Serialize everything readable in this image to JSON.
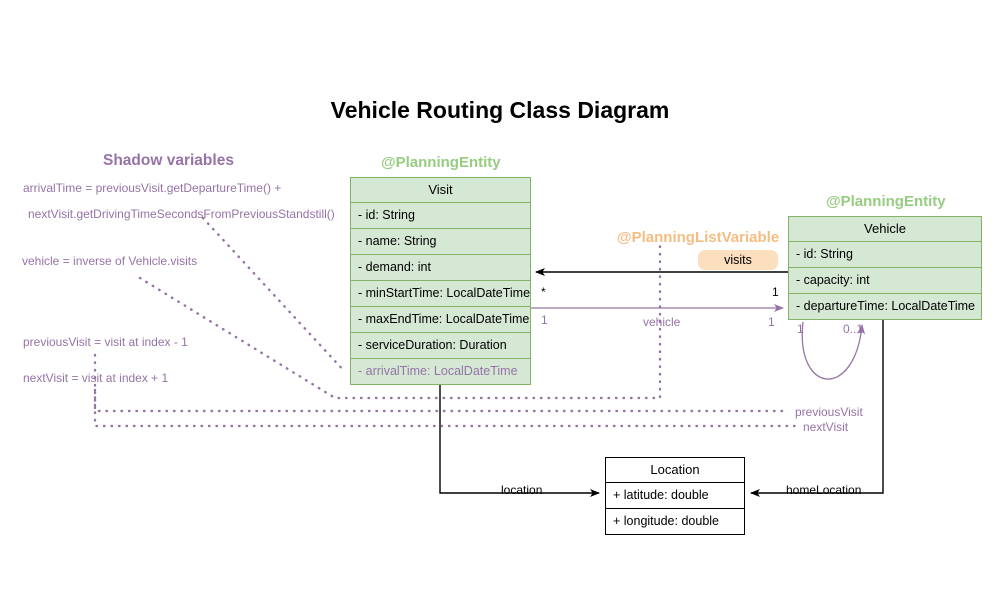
{
  "page": {
    "title": "Vehicle Routing Class Diagram",
    "background": "#ffffff",
    "accent_green": "#82b366",
    "accent_green_fill": "#d5e8d4",
    "accent_purple": "#9673a6",
    "accent_orange": "#fbdfbe"
  },
  "shadow_panel": {
    "heading": "Shadow variables",
    "notes": [
      "arrivalTime = previousVisit.getDepartureTime() +",
      "nextVisit.getDrivingTimeSecondsFromPreviousStandstill()",
      "vehicle = inverse of Vehicle.visits",
      "previousVisit = visit at index - 1",
      "nextVisit = visit at index + 1"
    ]
  },
  "stereotypes": {
    "visit": "@PlanningEntity",
    "vehicle": "@PlanningEntity",
    "list_variable": "@PlanningListVariable"
  },
  "classes": {
    "visit": {
      "name": "Visit",
      "fields": [
        "- id: String",
        "- name: String",
        "- demand: int",
        "- minStartTime: LocalDateTime",
        "- maxEndTime: LocalDateTime",
        "- serviceDuration: Duration",
        "- arrivalTime: LocalDateTime"
      ],
      "shadow_field_index": 6
    },
    "vehicle": {
      "name": "Vehicle",
      "fields": [
        "- id: String",
        "- capacity: int",
        "- departureTime: LocalDateTime"
      ]
    },
    "location": {
      "name": "Location",
      "fields": [
        "+ latitude: double",
        "+ longitude: double"
      ]
    }
  },
  "relations": {
    "visits_label": "visits",
    "visits_source_multiplicity": "1",
    "visits_target_multiplicity": "*",
    "vehicle_label": "vehicle",
    "vehicle_source_multiplicity": "1",
    "vehicle_target_multiplicity": "1",
    "self_left_multiplicity": "1",
    "self_right_multiplicity": "0..1",
    "previous_visit_label": "previousVisit",
    "next_visit_label": "nextVisit",
    "location_label": "location",
    "home_location_label": "homeLocation"
  }
}
